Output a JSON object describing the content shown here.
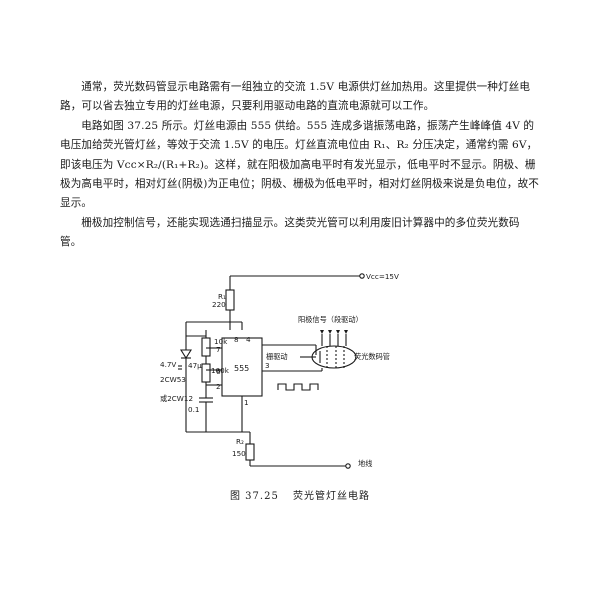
{
  "text": {
    "paragraphs": [
      "通常，荧光数码管显示电路需有一组独立的交流 1.5V 电源供灯丝加热用。这里提供一种灯丝电路，可以省去独立专用的灯丝电源，只要利用驱动电路的直流电源就可以工作。",
      "电路如图 37.25 所示。灯丝电源由 555 供给。555 连成多谐振荡电路，振荡产生峰峰值 4V 的电压加给荧光管灯丝，等效于交流 1.5V 的电压。灯丝直流电位由 R₁、R₂ 分压决定，通常约需 6V，即该电压为 Vcc×R₂/(R₁+R₂)。这样，就在阳极加高电平时有发光显示，低电平时不显示。阴极、栅极为高电平时，相对灯丝(阴极)为正电位；阴极、栅极为低电平时，相对灯丝阴极来说是负电位，故不显示。",
      "栅极加控制信号，还能实现选通扫描显示。这类荧光管可以利用废旧计算器中的多位荧光数码管。"
    ]
  },
  "figure": {
    "vcc": "Vcc=15V",
    "r1_name": "R₁",
    "r1_value": "220",
    "r2_name": "R₂",
    "r2_value": "150",
    "res_10k": "10k",
    "res_100k": "100k",
    "cap_47u": "47μ",
    "cap_01": "0.1",
    "zener_voltage": "4.7V",
    "zener_part": "2CW53",
    "zener_alt": "或2CW12",
    "ic_label": "555",
    "pin_8": "8",
    "pin_4": "4",
    "pin_7": "7",
    "pin_6": "6",
    "pin_2": "2",
    "pin_3": "3",
    "pin_1": "1",
    "anode_signal": "阳极信号（段驱动）",
    "grid_drive": "栅驱动",
    "tube_label": "荧光数码管",
    "ground_label": "地线"
  },
  "caption": {
    "number": "图 37.25",
    "title": "荧光管灯丝电路"
  }
}
